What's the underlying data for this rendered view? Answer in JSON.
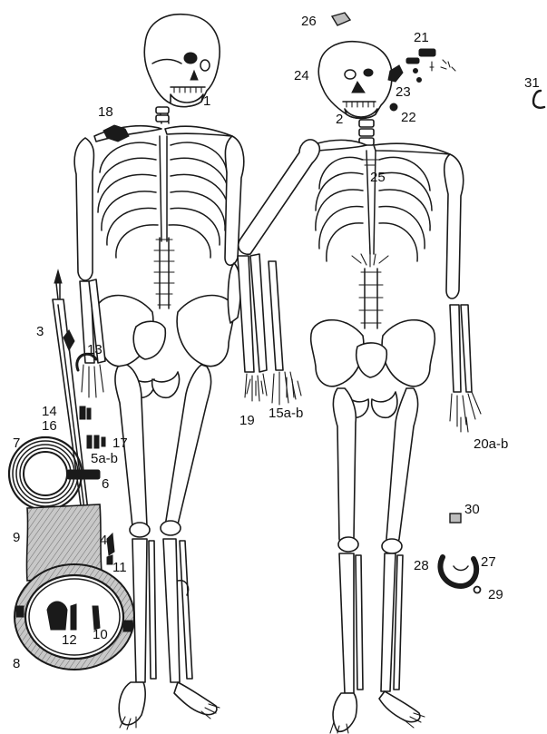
{
  "labels": {
    "n1": "1",
    "n2": "2",
    "n3": "3",
    "n4": "4",
    "n5ab": "5a-b",
    "n6": "6",
    "n7": "7",
    "n8": "8",
    "n9": "9",
    "n10": "10",
    "n11": "11",
    "n12": "12",
    "n13": "13",
    "n14": "14",
    "n15ab": "15a-b",
    "n16": "16",
    "n17": "17",
    "n18": "18",
    "n19": "19",
    "n20ab": "20a-b",
    "n21": "21",
    "n22": "22",
    "n23": "23",
    "n24": "24",
    "n25": "25",
    "n26": "26",
    "n27": "27",
    "n28": "28",
    "n29": "29",
    "n30": "30",
    "n31": "31"
  },
  "colors": {
    "ink": "#1a1a1a",
    "hatch_fill": "#bdbdbd",
    "background": "#ffffff"
  }
}
